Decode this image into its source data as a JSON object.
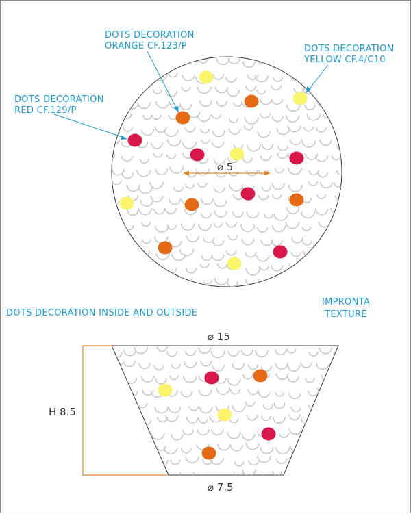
{
  "labels": {
    "orange_l1": "DOTS DECORATION",
    "orange_l2": "ORANGE CF.123/P",
    "yellow_l1": "DOTS DECORATION",
    "yellow_l2": "YELLOW CF.4/C10",
    "red_l1": "DOTS DECORATION",
    "red_l2": "RED CF.129/P",
    "inside_outside": "DOTS DECORATION INSIDE AND OUTSIDE",
    "impronta": "IMPRONTA",
    "texture": "TEXTURE"
  },
  "dimensions": {
    "top_inner": "⌀ 5",
    "top_diameter": "⌀ 15",
    "height": "H 8.5",
    "bottom_diameter": "⌀ 7.5"
  },
  "colors": {
    "red": "#d8174a",
    "orange": "#e56a15",
    "yellow": "#fbf46b",
    "callout": "#1a9ad6",
    "dimension": "#e08a2a",
    "outline": "#333333"
  }
}
